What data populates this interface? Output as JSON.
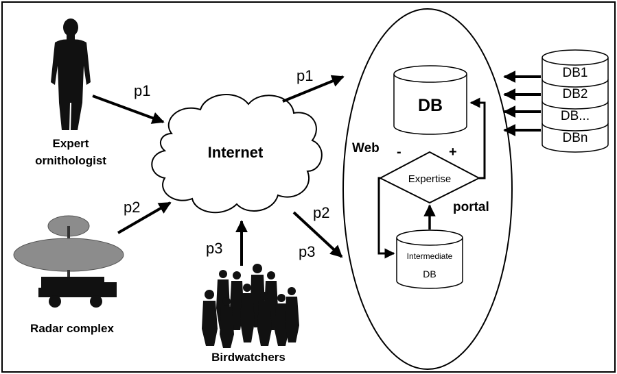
{
  "labels": {
    "expert": [
      "Expert",
      "ornithologist"
    ],
    "radar": "Radar complex",
    "birdwatchers": "Birdwatchers",
    "internet": "Internet",
    "db_main": "DB",
    "web": "Web",
    "portal": "portal",
    "expertise": "Expertise",
    "minus": "-",
    "plus": "+",
    "intermediate": [
      "Intermediate",
      "DB"
    ],
    "p1_in": "p1",
    "p1_out": "p1",
    "p2_in": "p2",
    "p2_out": "p2",
    "p3_in": "p3",
    "p3_out": "p3",
    "db_stack": [
      "DB1",
      "DB2",
      "DB...",
      "DBn"
    ]
  },
  "colors": {
    "line": "#000000",
    "silhouette": "#111111",
    "radar_grey": "#8c8c8c"
  }
}
